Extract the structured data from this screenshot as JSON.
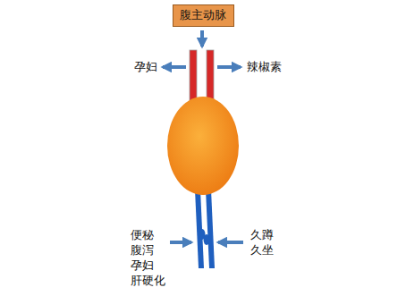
{
  "diagram": {
    "nodes": [
      {
        "text": [
          "腹主动脉"
        ]
      }
    ],
    "labels": [
      "孕妇",
      "辣椒素",
      "便秘 腹泻 孕妇 肝硬化",
      "久蹲 久坐"
    ]
  }
}
